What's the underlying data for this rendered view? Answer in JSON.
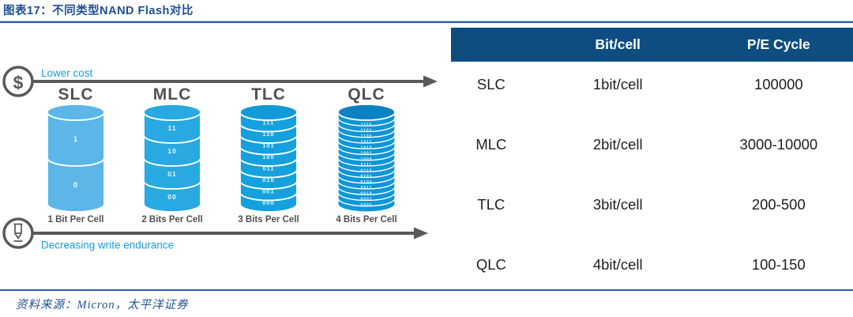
{
  "figure": {
    "title": "图表17：不同类型NAND Flash对比",
    "source": "资料来源：Micron，太平洋证券"
  },
  "diagram": {
    "top_axis": {
      "icon": "dollar-icon",
      "label": "Lower cost"
    },
    "bottom_axis": {
      "icon": "pen-icon",
      "label": "Decreasing write endurance"
    },
    "cylinders": [
      {
        "name": "SLC",
        "caption": "1 Bit Per Cell",
        "color": "#5cb7e8",
        "cap_color": "#5cb7e8",
        "segments": [
          "1",
          "0"
        ]
      },
      {
        "name": "MLC",
        "caption": "2 Bits Per Cell",
        "color": "#28a9e1",
        "cap_color": "#28a9e1",
        "segments": [
          "11",
          "10",
          "01",
          "00"
        ]
      },
      {
        "name": "TLC",
        "caption": "3 Bits Per Cell",
        "color": "#14a1de",
        "cap_color": "#119ad7",
        "segments": [
          "111",
          "110",
          "101",
          "100",
          "011",
          "010",
          "001",
          "000"
        ]
      },
      {
        "name": "QLC",
        "caption": "4 Bits Per Cell",
        "color": "#0e96d7",
        "cap_color": "#0b82c4",
        "segments": [
          "1111",
          "1110",
          "1101",
          "1100",
          "1011",
          "1010",
          "1001",
          "1000",
          "0111",
          "0110",
          "0101",
          "0100",
          "0011",
          "0010",
          "0001",
          "0000"
        ]
      }
    ]
  },
  "table": {
    "headers": [
      "",
      "Bit/cell",
      "P/E Cycle"
    ],
    "rows": [
      {
        "type": "SLC",
        "bit_per_cell": "1bit/cell",
        "pe_cycle": "100000"
      },
      {
        "type": "MLC",
        "bit_per_cell": "2bit/cell",
        "pe_cycle": "3000-10000"
      },
      {
        "type": "TLC",
        "bit_per_cell": "3bit/cell",
        "pe_cycle": "200-500"
      },
      {
        "type": "QLC",
        "bit_per_cell": "4bit/cell",
        "pe_cycle": "100-150"
      }
    ]
  },
  "colors": {
    "header_bg": "#0e4d81",
    "rule_blue": "#2b5ca9",
    "title_blue": "#1f4e94",
    "accent_blue": "#199ce2",
    "arrow_gray": "#58595b",
    "label_gray": "#4f5052"
  }
}
